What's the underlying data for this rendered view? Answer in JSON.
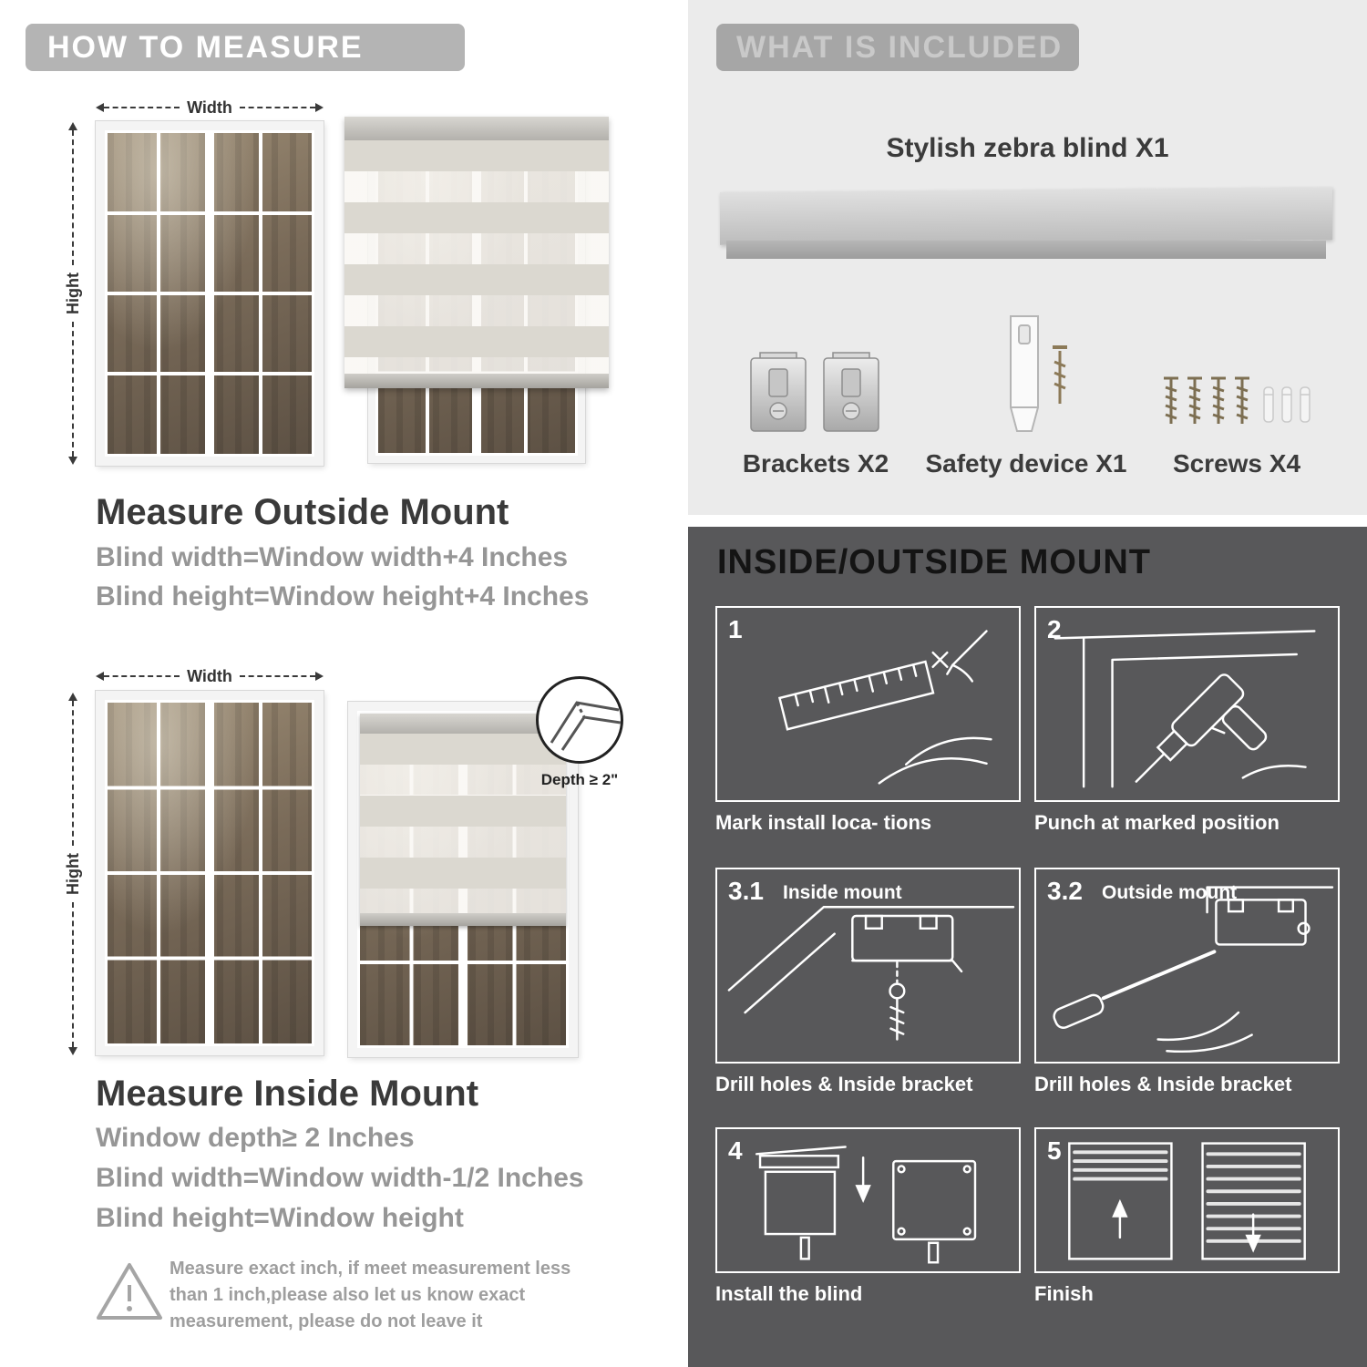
{
  "colors": {
    "banner_left_bg": "#b4b4b4",
    "banner_right_bg": "#a6a6a6",
    "included_bg": "#ebebeb",
    "mount_bg": "#58585a",
    "heading_text": "#3a3a3a",
    "gray_text": "#969696"
  },
  "measure": {
    "banner": "HOW TO MEASURE",
    "width_label": "Width",
    "height_label": "Hight",
    "outside": {
      "heading": "Measure Outside Mount",
      "lines": [
        "Blind width=Window width+4 Inches",
        "Blind height=Window height+4 Inches"
      ]
    },
    "inside": {
      "depth_callout": "Depth ≥ 2\"",
      "heading": "Measure Inside Mount",
      "lines": [
        "Window depth≥ 2 Inches",
        "Blind width=Window width-1/2 Inches",
        "Blind height=Window height"
      ]
    },
    "note": "Measure exact inch, if meet measurement less than 1 inch,please also let us know exact measurement, please do not leave it"
  },
  "included": {
    "banner": "WHAT IS INCLUDED",
    "product_label": "Stylish zebra blind X1",
    "items": [
      "Brackets X2",
      "Safety device X1",
      "Screws X4"
    ]
  },
  "mount": {
    "heading": "INSIDE/OUTSIDE MOUNT",
    "steps": [
      {
        "num": "1",
        "title": "",
        "caption": "Mark install loca- tions"
      },
      {
        "num": "2",
        "title": "",
        "caption": "Punch at  marked position"
      },
      {
        "num": "3.1",
        "title": "Inside mount",
        "caption": "Drill holes &  Inside bracket"
      },
      {
        "num": "3.2",
        "title": "Outside mount",
        "caption": "Drill holes &  Inside bracket"
      },
      {
        "num": "4",
        "title": "",
        "caption": "Install the blind"
      },
      {
        "num": "5",
        "title": "",
        "caption": "Finish"
      }
    ]
  }
}
